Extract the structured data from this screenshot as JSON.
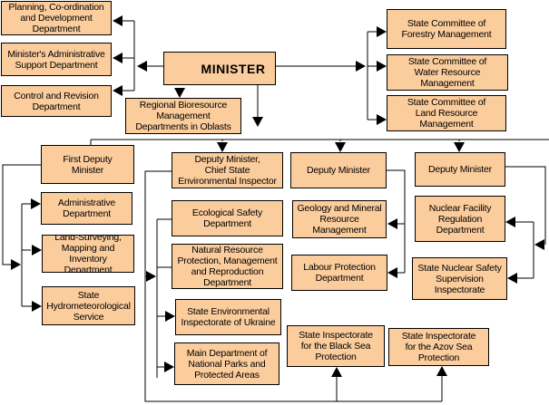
{
  "diagram": {
    "colors": {
      "box_fill": "#fbcc9c",
      "line": "#000000",
      "background": "#ffffff"
    },
    "nodes": {
      "planning": "Planning, Co-ordination\nand Development\nDepartment",
      "admin_support": "Minister's Administrative\nSupport Department",
      "control": "Control and Revision\nDepartment",
      "minister": "MINISTER",
      "regional": "Regional Bioresource\nManagement\nDepartments in Oblasts",
      "forestry": "State Committee of\nForestry Management",
      "water": "State Committee of\nWater Resource\nManagement",
      "land": "State Committee of\nLand Resource\nManagement",
      "first_deputy": "First Deputy\nMinister",
      "administrative": "Administrative\nDepartment",
      "land_surveying": "Land-Surveying,\nMapping and\nInventory\nDepartment",
      "hydromet": "State\nHydrometeorological\nService",
      "deputy_chief": "Deputy Minister,\nChief State\nEnvironmental Inspector",
      "ecological": "Ecological Safety\nDepartment",
      "natural_resource": "Natural Resource\nProtection, Management\nand Reproduction\nDepartment",
      "env_inspectorate": "State Environmental\nInspectorate of Ukraine",
      "national_parks": "Main Department of\nNational Parks and\nProtected Areas",
      "deputy_2": "Deputy Minister",
      "geology": "Geology and Mineral\nResource\nManagement",
      "labour": "Labour Protection\nDepartment",
      "black_sea": "State Inspectorate\nfor the Black Sea\nProtection",
      "deputy_3": "Deputy Minister",
      "nuclear_facility": "Nuclear Facility\nRegulation\nDepartment",
      "nuclear_safety": "State Nuclear Safety\nSupervision\nInspectorate",
      "azov_sea": "State Inspectorate\nfor the Azov Sea\nProtection"
    }
  }
}
